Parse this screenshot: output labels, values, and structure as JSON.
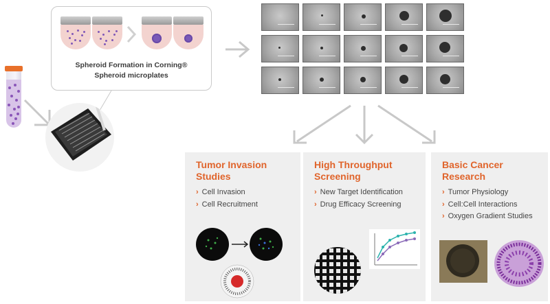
{
  "formation": {
    "caption_line1": "Spheroid Formation in Corning®",
    "caption_line2": "Spheroid microplates"
  },
  "panels": [
    {
      "title_line1": "Tumor Invasion",
      "title_line2": "Studies",
      "items": [
        "Cell Invasion",
        "Cell Recruitment"
      ]
    },
    {
      "title_line1": "High Throughput",
      "title_line2": "Screening",
      "items": [
        "New Target Identification",
        "Drug Efficacy Screening"
      ]
    },
    {
      "title_line1": "Basic Cancer",
      "title_line2": "Research",
      "items": [
        "Tumor Physiology",
        "Cell:Cell Interactions",
        "Oxygen Gradient Studies"
      ]
    }
  ],
  "colors": {
    "accent": "#e0642b",
    "arrow": "#c8c8c8",
    "panel_bg": "#efefef",
    "curve_teal": "#2bb3ad",
    "curve_purple": "#8a6ab8"
  }
}
